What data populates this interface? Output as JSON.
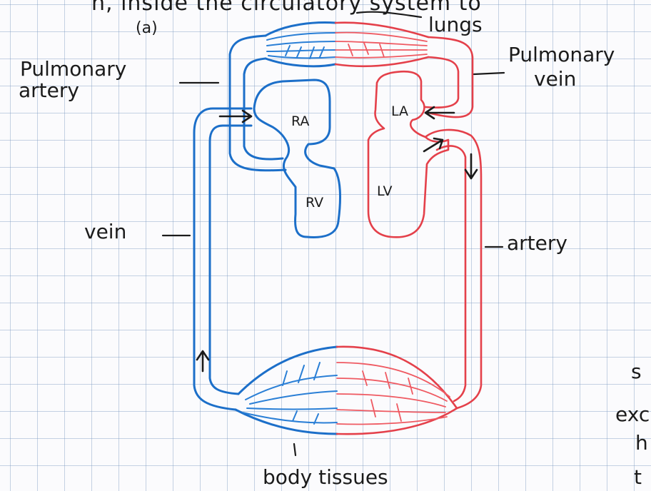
{
  "heading": {
    "partial_text": "n, inside the circulatory system to",
    "part_marker": "(a)"
  },
  "labels": {
    "lungs": "lungs",
    "pulmonary_artery_line1": "Pulmonary",
    "pulmonary_artery_line2": "artery",
    "pulmonary_vein_line1": "Pulmonary",
    "pulmonary_vein_line2": "vein",
    "vein": "vein",
    "artery": "artery",
    "body_tissues": "body tissues"
  },
  "chambers": {
    "right_atrium": "RA",
    "right_ventricle": "RV",
    "left_atrium": "LA",
    "left_ventricle": "LV"
  },
  "margin_notes": {
    "note_1": "s",
    "note_2": "exc",
    "note_3": "h",
    "note_4": "t"
  },
  "colors": {
    "deoxygenated_blood": "#1c6fc9",
    "oxygenated_blood": "#e4404a",
    "ink": "#1b1b1b",
    "grid": "#7896be"
  }
}
